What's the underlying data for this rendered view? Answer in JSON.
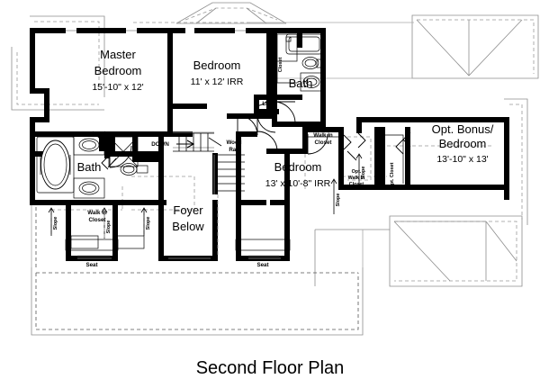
{
  "document": {
    "type": "architectural-floor-plan",
    "title": "Second Floor Plan"
  },
  "rooms": [
    {
      "id": "master-bedroom",
      "name_line1": "Master",
      "name_line2": "Bedroom",
      "dimensions": "15'-10\" x 12'"
    },
    {
      "id": "bedroom-2",
      "name_line1": "Bedroom",
      "name_line2": "",
      "dimensions": "11' x 12' IRR"
    },
    {
      "id": "bedroom-3",
      "name_line1": "Bedroom",
      "name_line2": "",
      "dimensions": "13' x 10'-8\" IRR"
    },
    {
      "id": "opt-bonus",
      "name_line1": "Opt. Bonus/",
      "name_line2": "Bedroom",
      "dimensions": "13'-10\" x 13'"
    },
    {
      "id": "master-bath",
      "name_line1": "Bath",
      "name_line2": "",
      "dimensions": ""
    },
    {
      "id": "hall-bath",
      "name_line1": "Bath",
      "name_line2": "",
      "dimensions": ""
    },
    {
      "id": "foyer-below",
      "name_line1": "Foyer",
      "name_line2": "Below",
      "dimensions": ""
    }
  ],
  "annotations": {
    "master_walk_in_closet_line1": "Walk In",
    "master_walk_in_closet_line2": "Closet",
    "bedroom3_walk_in_closet_line1": "Walk In",
    "bedroom3_walk_in_closet_line2": "Closet",
    "opt_walk_in_closet_line1": "Opt.",
    "opt_walk_in_closet_line2": "Walk In",
    "opt_walk_in_closet_line3": "Closet",
    "opt_closet": "Opt. Closet",
    "closet": "Closet",
    "linen": "Lin",
    "wood_rail_line1": "Wood",
    "wood_rail_line2": "Rail",
    "stair_direction": "DOWN",
    "seat_left": "Seat",
    "seat_right": "Seat",
    "slope_master_left": "Slope",
    "slope_master_right": "Slope",
    "slope_bed3_left": "Slope",
    "slope_bed3_right": "Slope",
    "slope_bonus": "Slope"
  },
  "colors": {
    "wall": "#000000",
    "background": "#ffffff",
    "roof_line": "#8d8d8d",
    "overhang_dash": "#555555",
    "text": "#000000"
  }
}
